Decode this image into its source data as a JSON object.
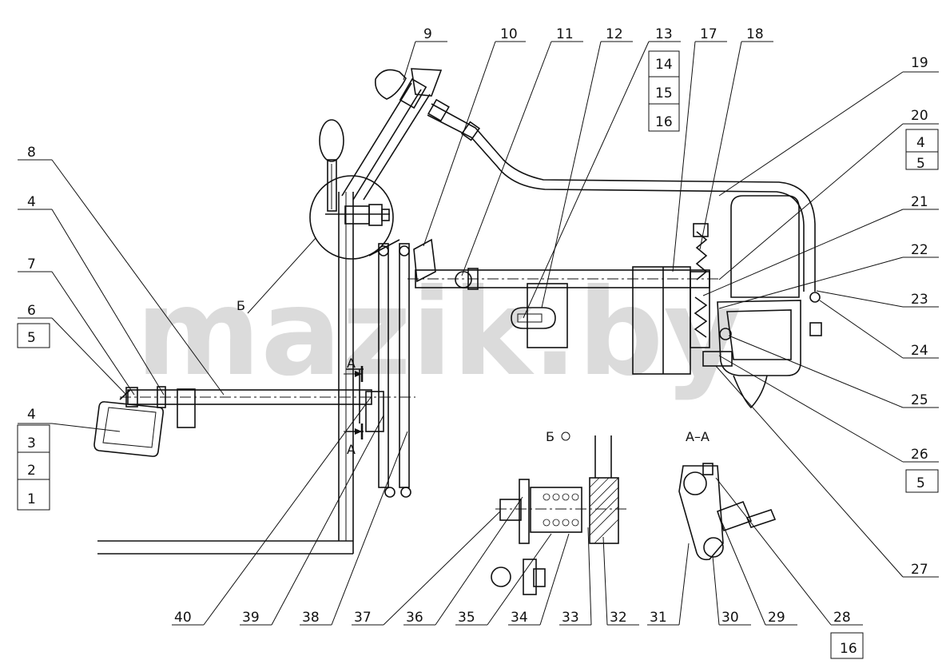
{
  "watermark": "mazik.by",
  "section_labels": {
    "detail_b": "Б",
    "detail_b_view": "Б",
    "section_aa": "А–А",
    "section_mark_a_top": "А",
    "section_mark_a_bottom": "А"
  },
  "callouts": {
    "top": [
      "9",
      "10",
      "11",
      "12",
      "13",
      "17",
      "18"
    ],
    "top_stack": [
      "14",
      "15",
      "16"
    ],
    "right": [
      "19",
      "20",
      "21",
      "22",
      "23",
      "24",
      "25",
      "26",
      "27"
    ],
    "right_stack_20": [
      "4",
      "5"
    ],
    "right_stack_26": [
      "5"
    ],
    "left": [
      "8",
      "4",
      "7",
      "6",
      "5"
    ],
    "left_stack": [
      "4",
      "3",
      "2",
      "1"
    ],
    "bottom": [
      "40",
      "39",
      "38",
      "37",
      "36",
      "35",
      "34",
      "33",
      "32",
      "31",
      "30",
      "29",
      "28"
    ],
    "bottom_stack_28": [
      "16"
    ]
  },
  "colors": {
    "line": "#111111",
    "watermark": "#bdbdbd",
    "background": "#ffffff"
  }
}
